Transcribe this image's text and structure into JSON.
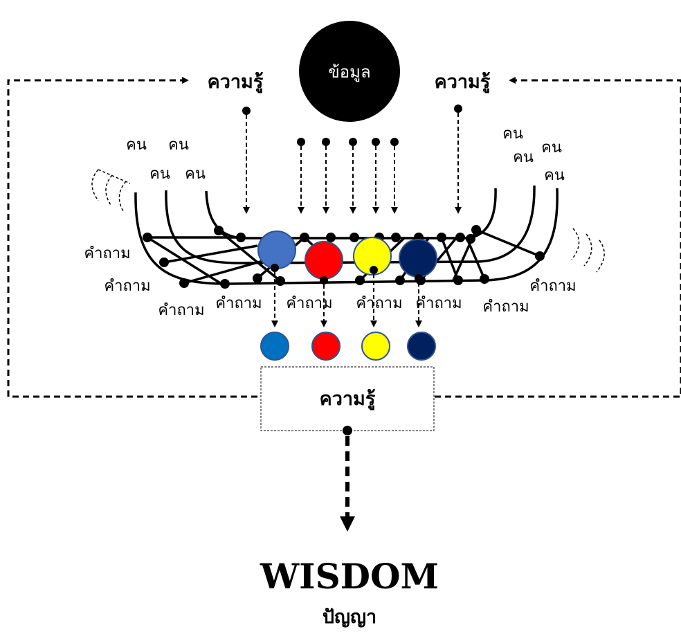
{
  "source_label": "ข้อมูล",
  "knowledge_top_left": "ความรู้",
  "knowledge_top_right": "ความรู้",
  "knowledge_box": "ความรู้",
  "people_left": [
    "คน",
    "คน",
    "คน",
    "คน"
  ],
  "people_right": [
    "คน",
    "คน",
    "คน",
    "คน"
  ],
  "questions": [
    "คำถาม",
    "คำถาม",
    "คำถาม",
    "คำถาม",
    "คำถาม",
    "คำถาม",
    "คำถาม",
    "คำถาม",
    "คำถาม"
  ],
  "wisdom_title": "WISDOM",
  "wisdom_thai": "ปัญญา",
  "colors": {
    "blue_mid": "#4472c4",
    "blue_light": "#0070c0",
    "red": "#ff0000",
    "yellow": "#ffff00",
    "navy": "#002060",
    "black": "#000000"
  }
}
